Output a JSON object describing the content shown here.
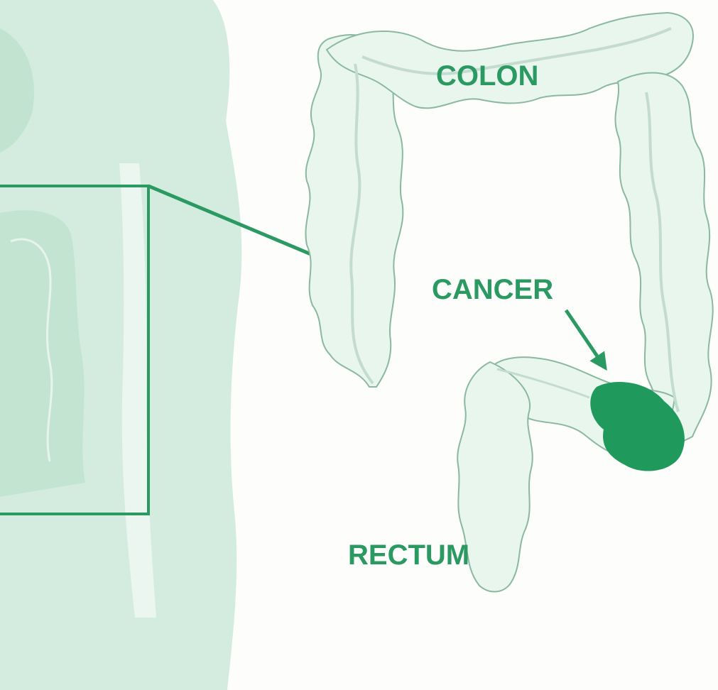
{
  "labels": {
    "colon": "COLON",
    "cancer": "CANCER",
    "rectum": "RECTUM"
  },
  "colors": {
    "background": "#fdfefb",
    "body_silhouette": "#d4ecdf",
    "body_silhouette_light": "#e7f5ed",
    "organ_fill": "#e9f6ee",
    "organ_outline": "#8ab8a1",
    "organ_stripe": "#c3dccf",
    "accent": "#2a9a62",
    "tumor": "#1f9a5c"
  }
}
